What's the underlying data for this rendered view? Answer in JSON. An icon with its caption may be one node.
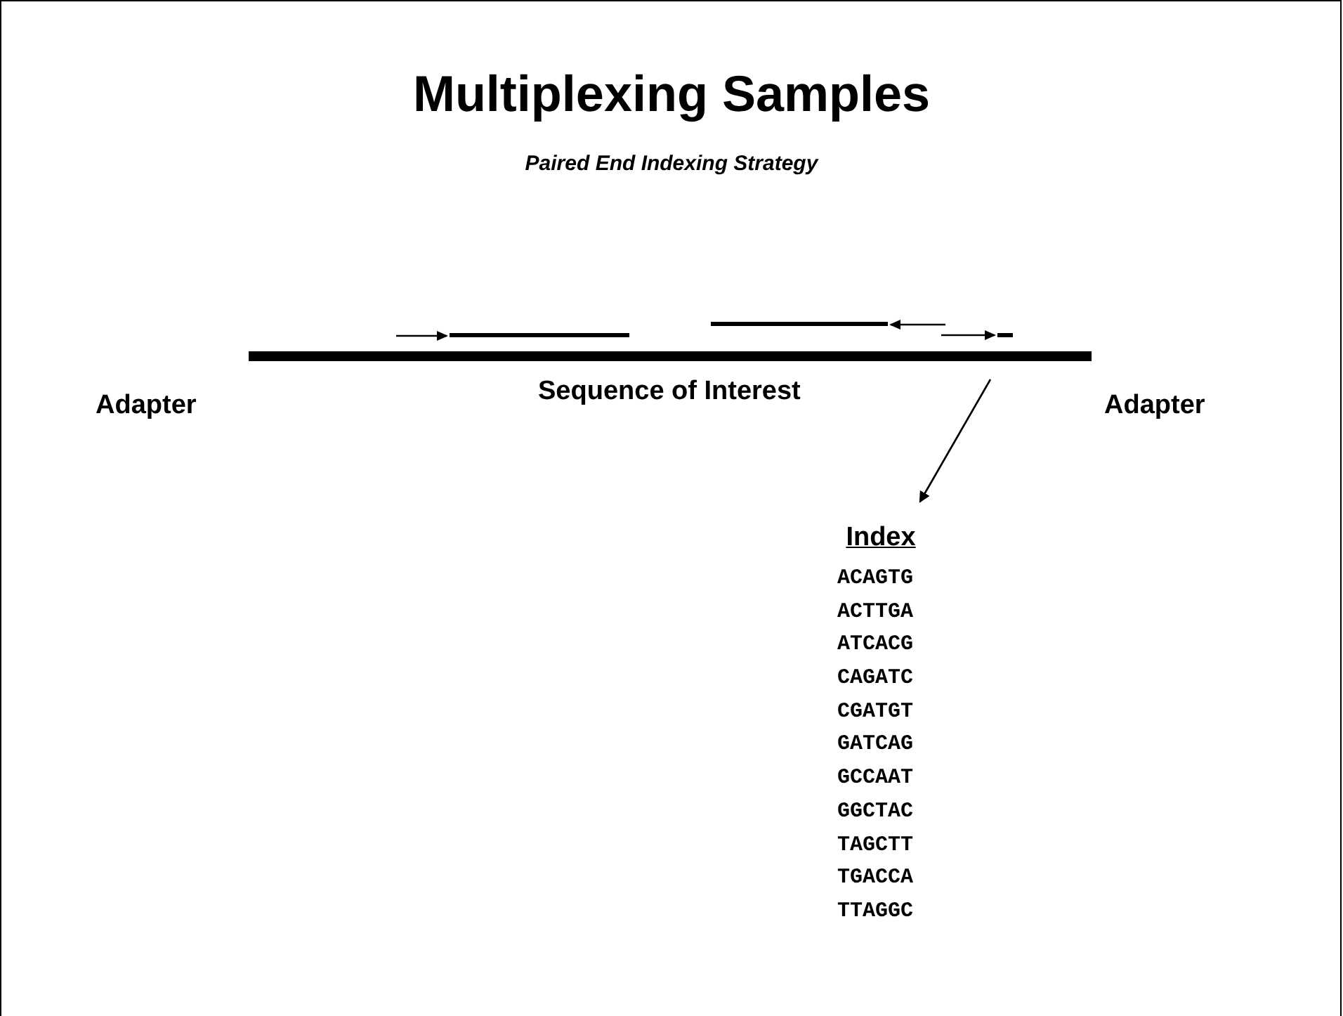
{
  "diagram": {
    "title": "Multiplexing Samples",
    "caption": "Paired End Indexing Strategy",
    "nodes": [
      {
        "text": [],
        "shape": "bar"
      },
      {
        "text": [
          "Index"
        ]
      }
    ],
    "edges": [
      {
        "from": 0,
        "to": 1,
        "arrow": "to"
      }
    ],
    "labels": [
      "Adapter",
      "Sequence of Interest",
      "Adapter",
      "ACAGTG",
      "ACTTGA",
      "ATCACG",
      "CAGATC",
      "CGATGT",
      "GATCAG",
      "GCCAAT",
      "GGCTAC",
      "TAGCTT",
      "TGACCA",
      "TTAGGC"
    ]
  }
}
